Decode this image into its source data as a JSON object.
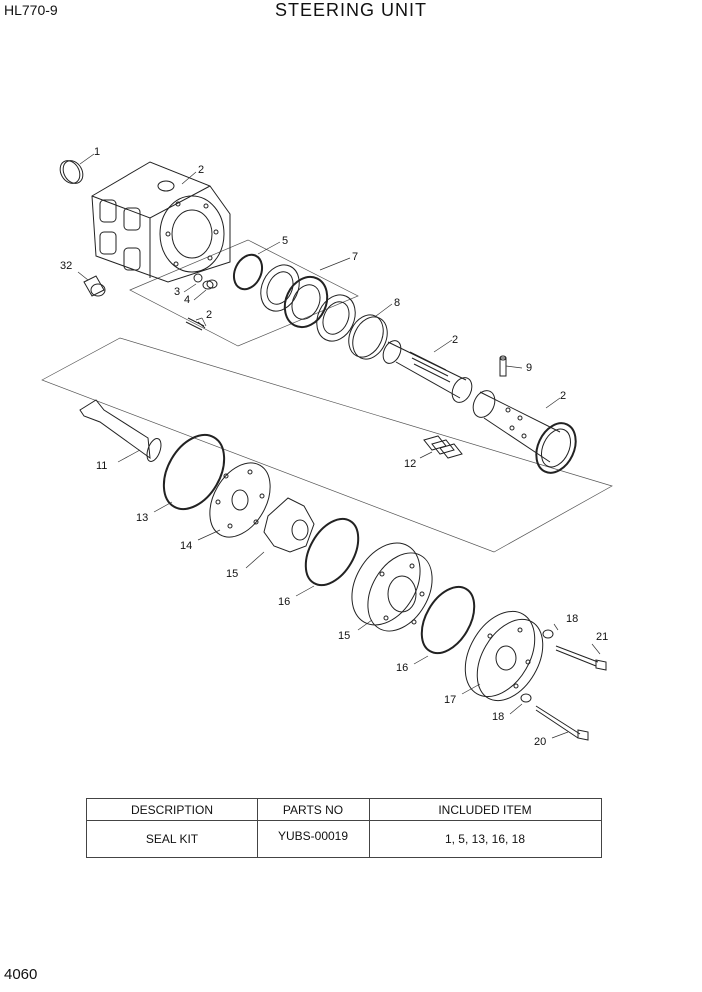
{
  "header": {
    "model": "HL770-9",
    "title": "STEERING UNIT"
  },
  "footer": {
    "page_number": "4060"
  },
  "callouts": [
    "1",
    "2",
    "2",
    "3",
    "4",
    "2",
    "5",
    "7",
    "8",
    "2",
    "9",
    "2",
    "12",
    "11",
    "13",
    "14",
    "15",
    "16",
    "15",
    "16",
    "17",
    "18",
    "21",
    "18",
    "20",
    "32"
  ],
  "parts_table": {
    "headers": [
      "DESCRIPTION",
      "PARTS NO",
      "INCLUDED ITEM"
    ],
    "rows": [
      [
        "SEAL KIT",
        "YUBS-00019",
        "1, 5, 13, 16, 18"
      ]
    ]
  }
}
